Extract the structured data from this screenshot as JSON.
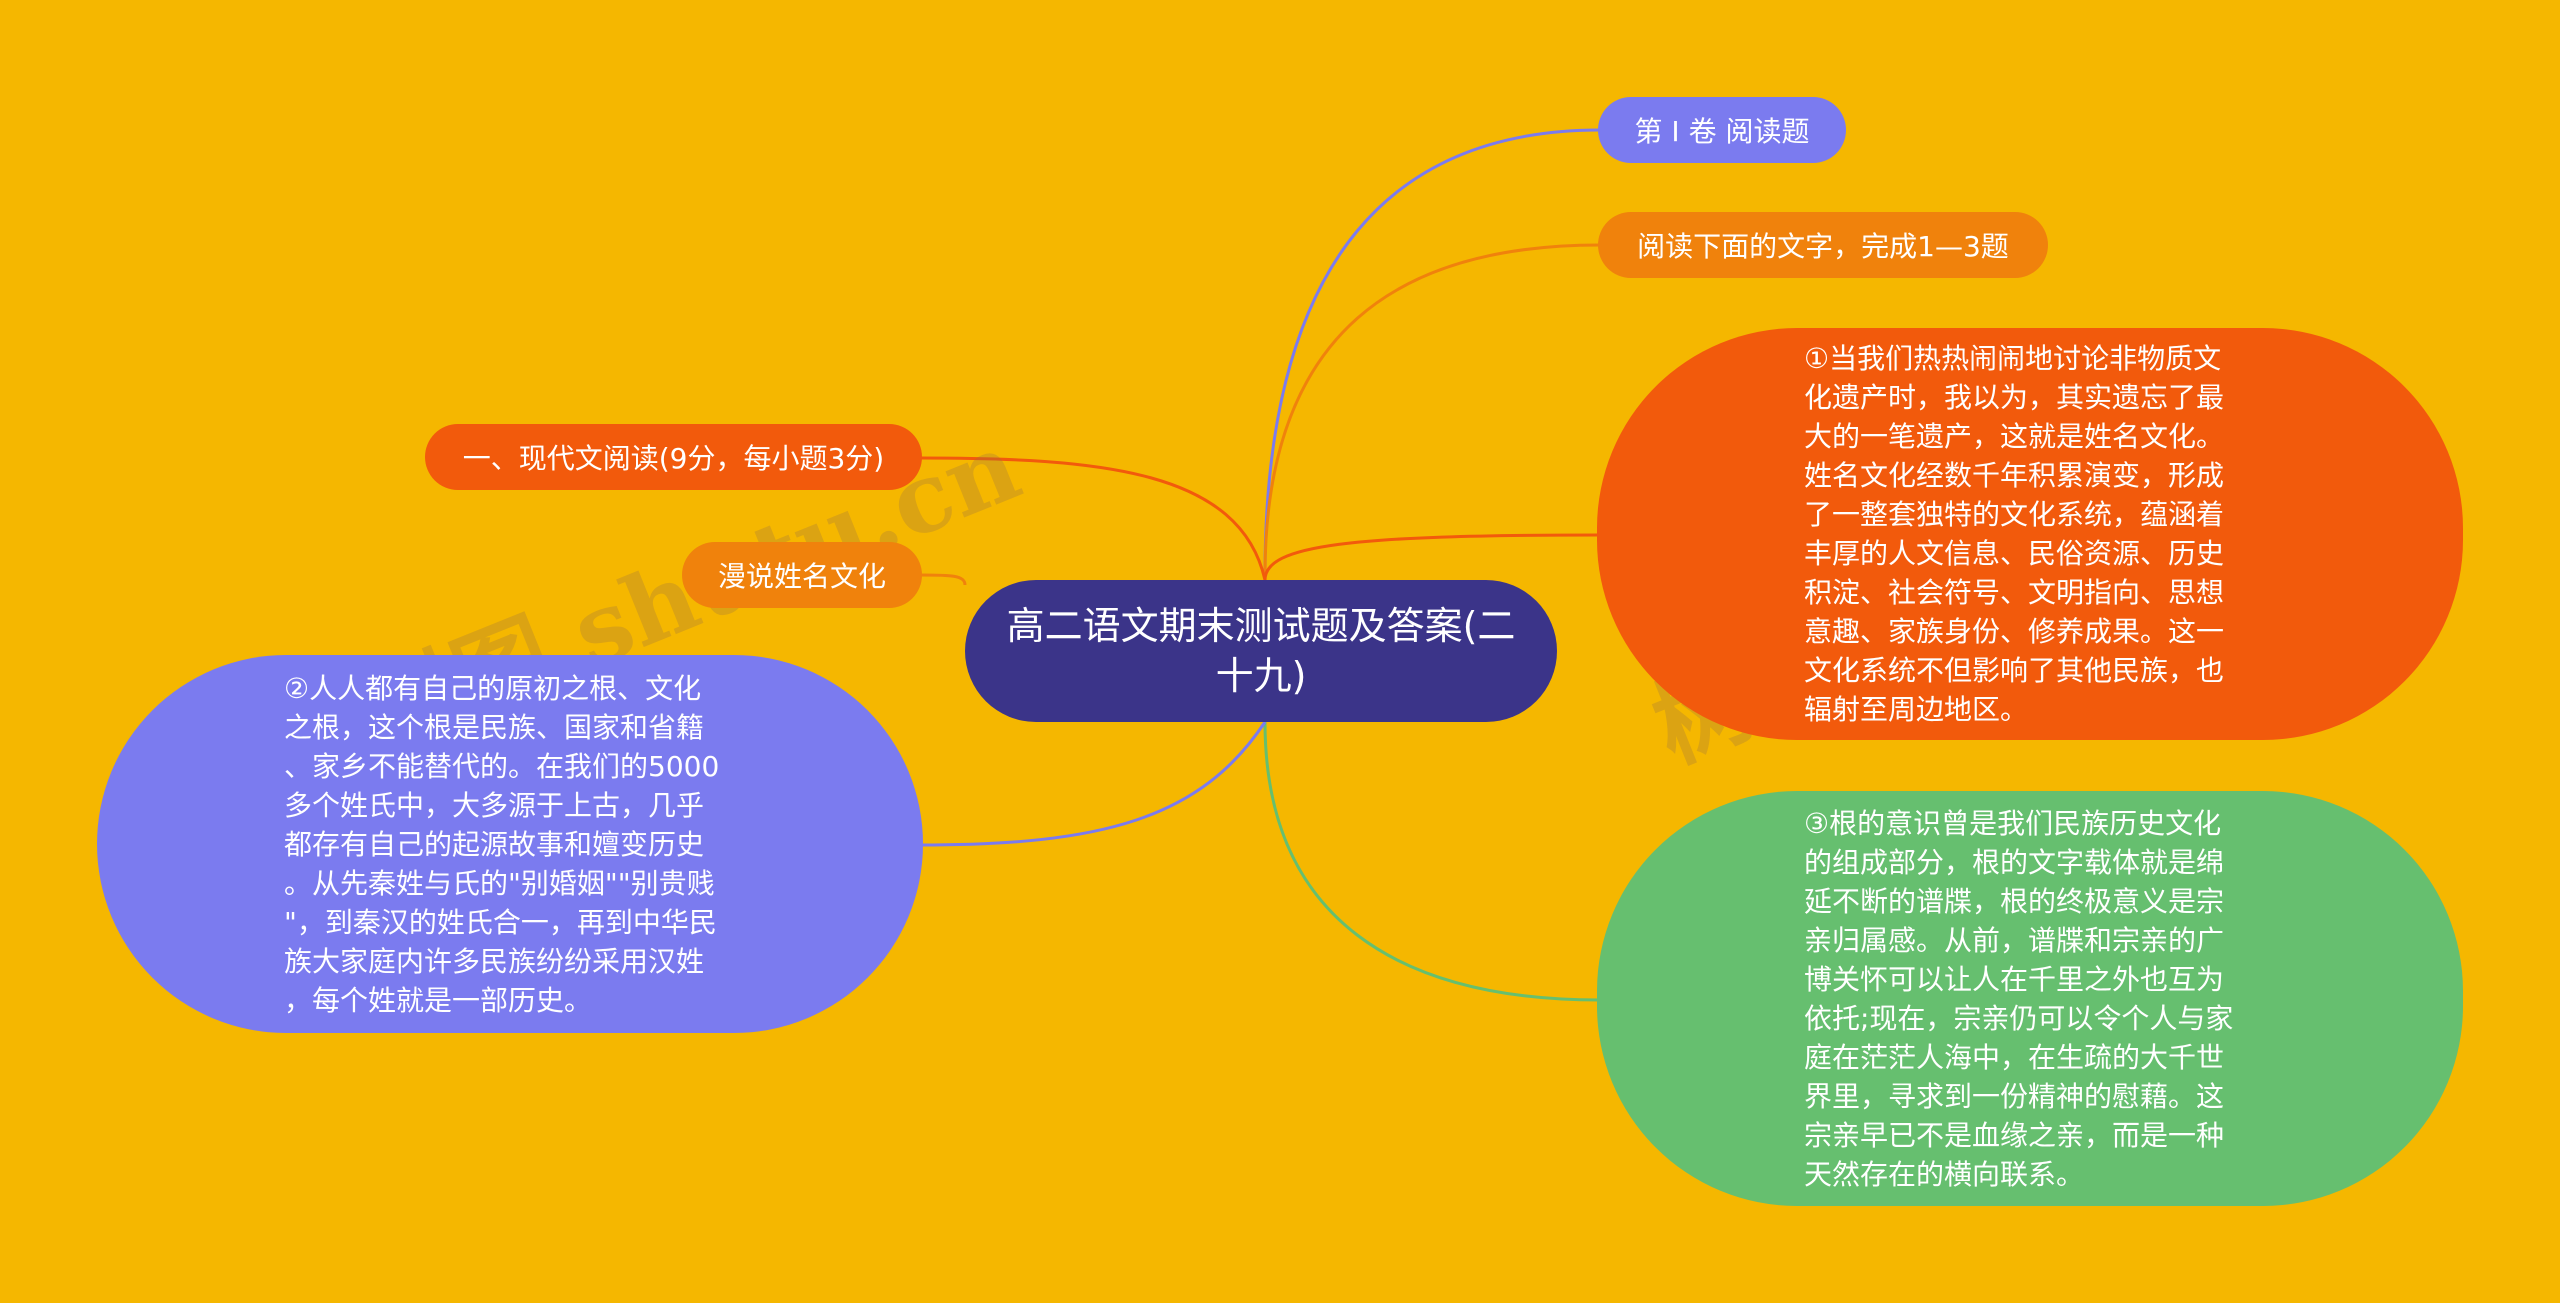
{
  "watermark": "树图 shutu.cn",
  "center": {
    "title": "高二语文期末测试题及答案(二十九)"
  },
  "nodes": {
    "reading_section": "第 I 卷 阅读题",
    "reading_instruction": "阅读下面的文字，完成1—3题",
    "modern_reading": "一、现代文阅读(9分，每小题3分)",
    "essay_title": "漫说姓名文化",
    "para1": "①当我们热热闹闹地讨论非物质文\n化遗产时，我以为，其实遗忘了最\n大的一笔遗产，这就是姓名文化。\n姓名文化经数千年积累演变，形成\n了一整套独特的文化系统，蕴涵着\n丰厚的人文信息、民俗资源、历史\n积淀、社会符号、文明指向、思想\n意趣、家族身份、修养成果。这一\n文化系统不但影响了其他民族，也\n辐射至周边地区。",
    "para2": "②人人都有自己的原初之根、文化\n之根，这个根是民族、国家和省籍\n、家乡不能替代的。在我们的5000\n多个姓氏中，大多源于上古，几乎\n都存有自己的起源故事和嬗变历史\n。从先秦姓与氏的\"别婚姻\"\"别贵贱\n\"，到秦汉的姓氏合一，再到中华民\n族大家庭内许多民族纷纷采用汉姓\n，每个姓就是一部历史。",
    "para3": "③根的意识曾是我们民族历史文化\n的组成部分，根的文字载体就是绵\n延不断的谱牒，根的终极意义是宗\n亲归属感。从前，谱牒和宗亲的广\n博关怀可以让人在千里之外也互为\n依托;现在，宗亲仍可以令个人与家\n庭在茫茫人海中，在生疏的大千世\n界里，寻求到一份精神的慰藉。这\n宗亲早已不是血缘之亲，而是一种\n天然存在的横向联系。"
  },
  "colors": {
    "background": "#F5B700",
    "center": "#3B3489",
    "periwinkle": "#7B7BEF",
    "orange": "#F0820C",
    "red_orange": "#F25A0C",
    "green": "#66BF6F"
  }
}
